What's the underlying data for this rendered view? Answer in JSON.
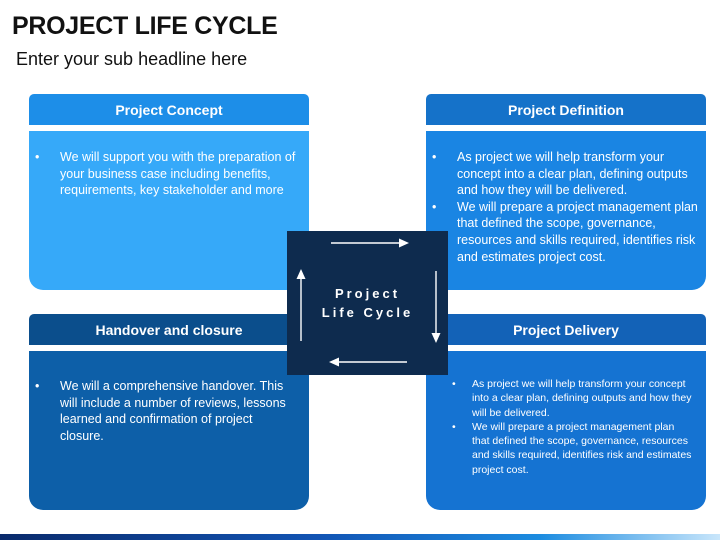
{
  "title": "PROJECT LIFE CYCLE",
  "subtitle": "Enter your sub headline here",
  "center": {
    "line1": "Project",
    "line2": "Life Cycle"
  },
  "cards": {
    "concept": {
      "title": "Project Concept",
      "bullets": [
        "We will support you with the preparation of your business case including benefits, requirements, key stakeholder and more"
      ]
    },
    "definition": {
      "title": "Project Definition",
      "bullets": [
        "As project we will help transform your concept into a clear plan, defining outputs and how they will be delivered.",
        "We will prepare a project management plan that defined the scope, governance, resources and skills required, identifies risk and estimates project cost."
      ]
    },
    "handover": {
      "title": "Handover and closure",
      "bullets": [
        "We will a comprehensive handover. This will include a number of reviews, lessons learned and confirmation of project closure."
      ]
    },
    "delivery": {
      "title": "Project Delivery",
      "bullets": [
        "As project we will help transform your concept into a clear plan, defining outputs and how they will be delivered.",
        "We will prepare a project management plan that defined the scope, governance, resources and skills required, identifies risk and estimates project cost."
      ]
    }
  },
  "colors": {
    "concept": "#36a9f9",
    "definition": "#1a85e3",
    "handover": "#0d5fa8",
    "delivery": "#1573d2",
    "center": "#0e2b4e"
  }
}
